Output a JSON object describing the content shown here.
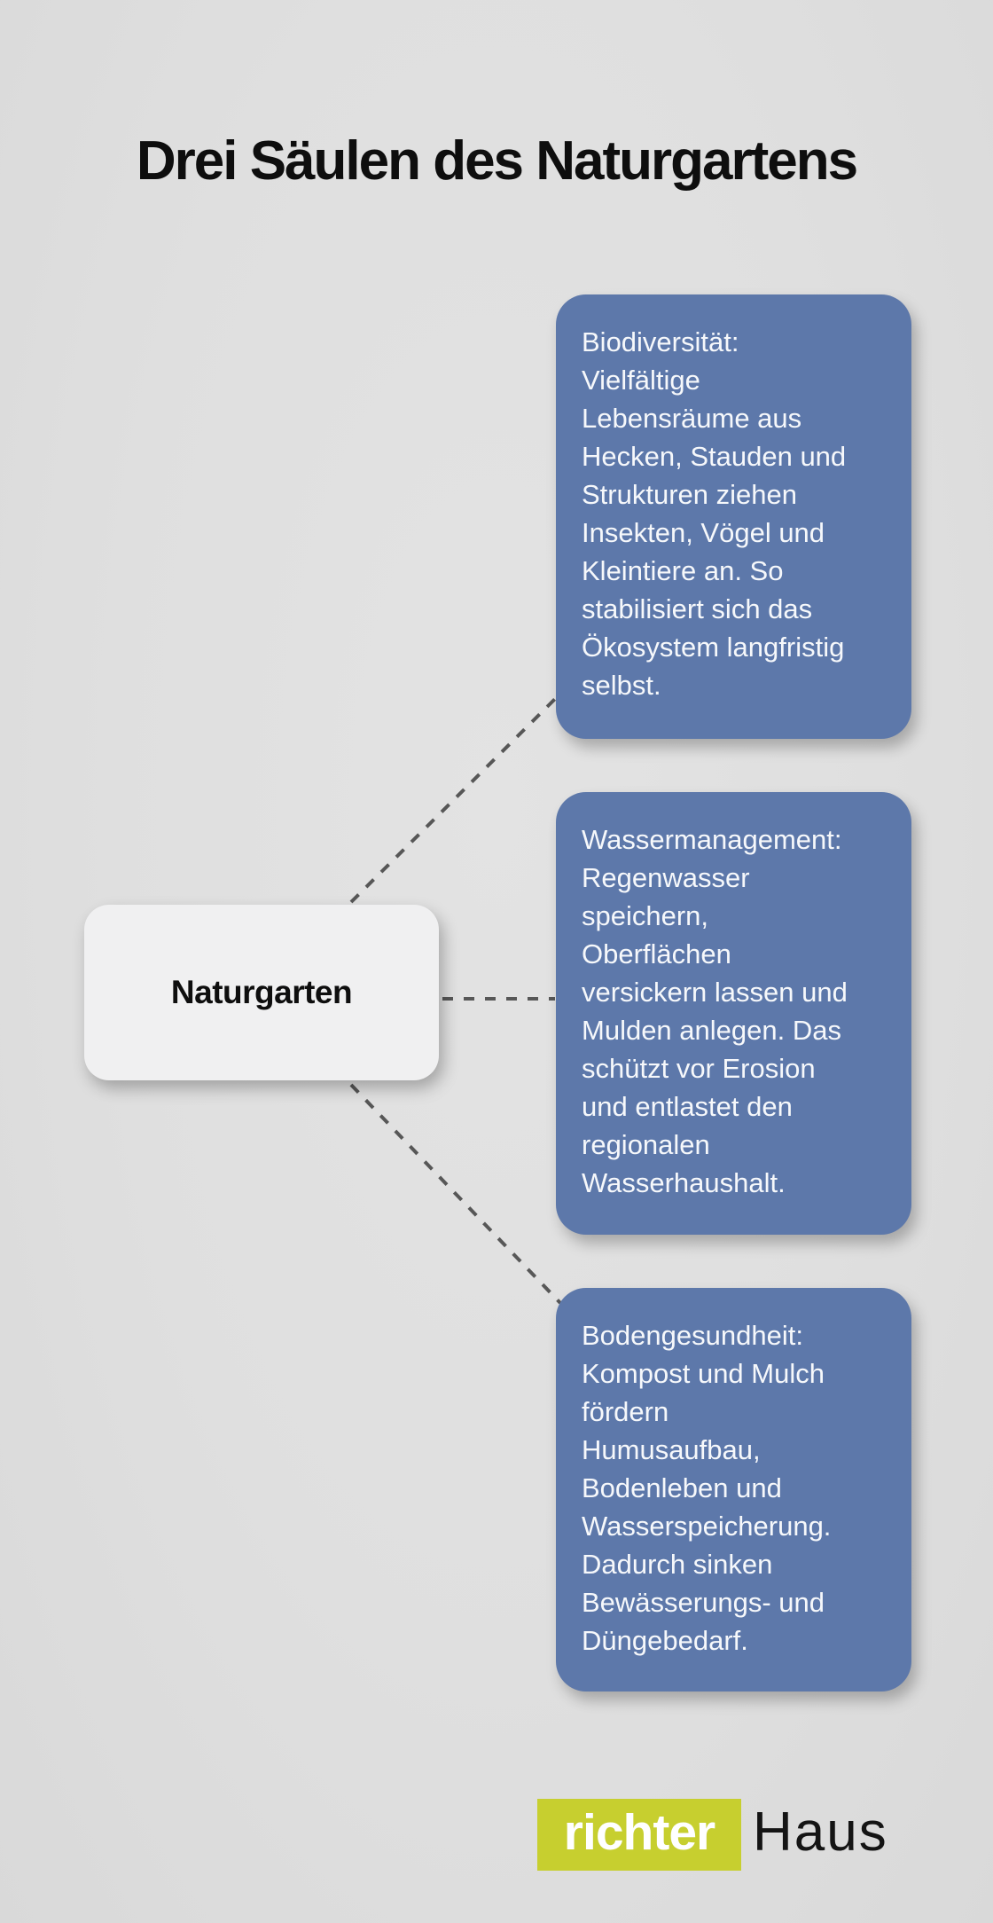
{
  "title": "Drei Säulen des Naturgartens",
  "diagram": {
    "root": {
      "label": "Naturgarten"
    },
    "branches": [
      {
        "name": "biodiversitaet",
        "text": "Biodiversität:\nVielfältige\nLebensräume aus\nHecken, Stauden und\nStrukturen ziehen\nInsekten, Vögel und\nKleintiere an. So\nstabilisiert sich das\nÖkosystem langfristig\nselbst."
      },
      {
        "name": "wassermanagement",
        "text": "Wassermanagement:\nRegenwasser\nspeichern,\nOberflächen\nversickern lassen und\nMulden anlegen. Das\nschützt vor Erosion\nund entlastet den\nregionalen\nWasserhaushalt."
      },
      {
        "name": "bodengesundheit",
        "text": "Bodengesundheit:\nKompost und Mulch\nfördern\nHumusaufbau,\nBodenleben und\nWasserspeicherung.\nDadurch sinken\nBewässerungs- und\nDüngebedarf."
      }
    ]
  },
  "logo": {
    "brand": "richter",
    "suffix": "Haus"
  },
  "colors": {
    "background": "#dfdfdf",
    "branch_fill": "#5d78aa",
    "branch_text": "#f6f8fb",
    "root_fill": "#f0f0f1",
    "connector": "#575757",
    "logo_badge": "#c7cf2f",
    "title_text": "#0e0e0e"
  }
}
